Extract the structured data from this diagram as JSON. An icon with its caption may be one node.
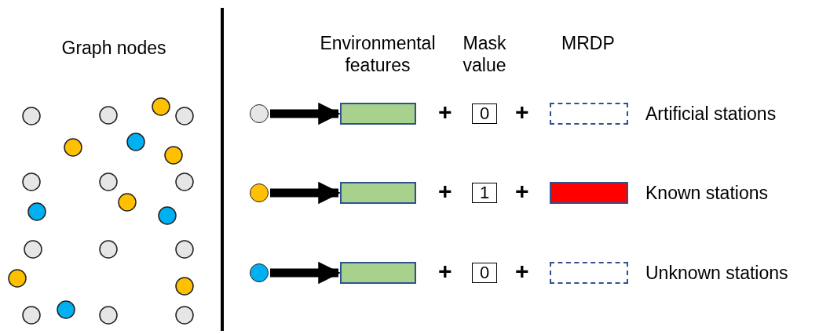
{
  "diagram": {
    "nodes": [
      {
        "text": [],
        "shape": "circle"
      },
      {
        "text": [],
        "shape": "box"
      },
      {
        "text": [
          "0"
        ]
      },
      {
        "text": [],
        "shape": "box",
        "beside": [
          "Artificial stations"
        ]
      },
      {
        "text": [],
        "shape": "circle"
      },
      {
        "text": [],
        "shape": "box"
      },
      {
        "text": [
          "1"
        ]
      },
      {
        "text": [],
        "shape": "box",
        "beside": [
          "Known stations"
        ]
      },
      {
        "text": [],
        "shape": "circle"
      },
      {
        "text": [],
        "shape": "box"
      },
      {
        "text": [
          "0"
        ]
      },
      {
        "text": [],
        "shape": "box",
        "beside": [
          "Unknown stations"
        ]
      }
    ],
    "edges": [
      {
        "from": 0,
        "to": 1,
        "arrow": "to"
      },
      {
        "from": 4,
        "to": 5,
        "arrow": "to"
      },
      {
        "from": 8,
        "to": 9,
        "arrow": "to"
      }
    ],
    "labels": [
      "Graph nodes",
      "Environmental features",
      "Mask value",
      "MRDP",
      "+",
      "+",
      "+",
      "+",
      "+",
      "+"
    ]
  }
}
